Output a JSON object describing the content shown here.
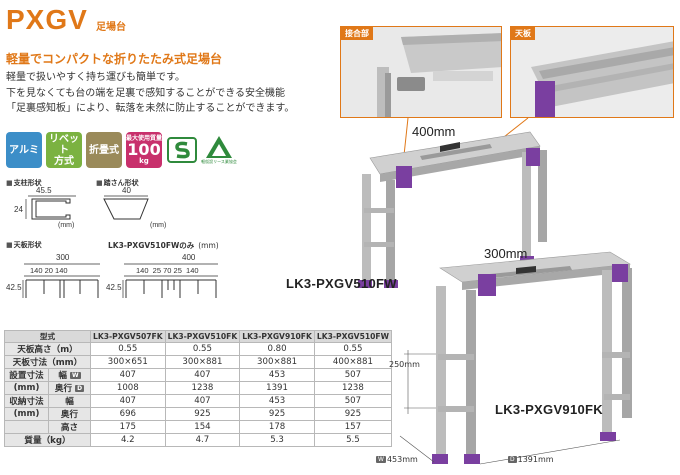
{
  "header": {
    "title": "PXGV",
    "subtitle": "足場台",
    "catch": "軽量でコンパクトな折りたたみ式足場台",
    "desc": [
      "軽量で扱いやすく持ち運びも簡単です。",
      "下を見なくても台の端を足裏で感知することができる安全機能",
      "「足裏感知板」により、転落を未然に防止することができます。"
    ]
  },
  "badges": {
    "alumi": "アルミ",
    "rivet_1": "リベット",
    "rivet_2": "方式",
    "fold": "折畳式",
    "load_title": "最大使用質量",
    "load_value": "100",
    "load_unit": "kg",
    "mark_caption": "軽仮設リース業協会"
  },
  "sections": {
    "pillar": "支柱形状",
    "step": "踏さん形状",
    "top": "天板形状"
  },
  "dims": {
    "pillar_w": "45.5",
    "pillar_h": "24",
    "pillar_unit": "(mm)",
    "step_w": "40",
    "step_unit": "(mm)",
    "top_w1": "300",
    "top_seg1": "140 20 140",
    "top_h1": "42.5",
    "mini_title": "LK3-PXGV510FWのみ",
    "mini_unit": "(mm)",
    "top_w2": "400",
    "top_seg2": "140  25 70 25  140",
    "top_h2": "42.5"
  },
  "table": {
    "headers": [
      "型式",
      "LK3-PXGV507FK",
      "LK3-PXGV510FK",
      "LK3-PXGV910FK",
      "LK3-PXGV510FW"
    ],
    "rows": [
      {
        "label": "天板高さ（m）",
        "sub": "",
        "values": [
          "0.55",
          "0.55",
          "0.80",
          "0.55"
        ]
      },
      {
        "label": "天板寸法（mm）",
        "sub": "",
        "values": [
          "300×651",
          "300×881",
          "300×881",
          "400×881"
        ]
      },
      {
        "label": "設置寸法",
        "sub": "幅",
        "badge": "W",
        "values": [
          "407",
          "407",
          "453",
          "507"
        ]
      },
      {
        "label": "(mm)",
        "sub": "奥行",
        "badge": "D",
        "values": [
          "1008",
          "1238",
          "1391",
          "1238"
        ]
      },
      {
        "label": "収納寸法",
        "sub": "幅",
        "values": [
          "407",
          "407",
          "453",
          "507"
        ]
      },
      {
        "label": "(mm)",
        "sub": "奥行",
        "values": [
          "696",
          "925",
          "925",
          "925"
        ]
      },
      {
        "label": "",
        "sub": "高さ",
        "values": [
          "175",
          "154",
          "178",
          "157"
        ]
      },
      {
        "label": "質量（kg）",
        "sub": "",
        "values": [
          "4.2",
          "4.7",
          "5.3",
          "5.5"
        ]
      }
    ]
  },
  "callouts": {
    "joint": "接合部",
    "top": "天板"
  },
  "product": {
    "width_a": "400mm",
    "model_a": "LK3-PXGV510FW",
    "width_b": "300mm",
    "model_b": "LK3-PXGV910FK",
    "h_dim": "250mm",
    "w_badge": "W",
    "w_dim": "453mm",
    "d_badge": "D",
    "d_dim": "1391mm"
  },
  "colors": {
    "accent": "#e07818",
    "purple": "#7a3fa0"
  }
}
